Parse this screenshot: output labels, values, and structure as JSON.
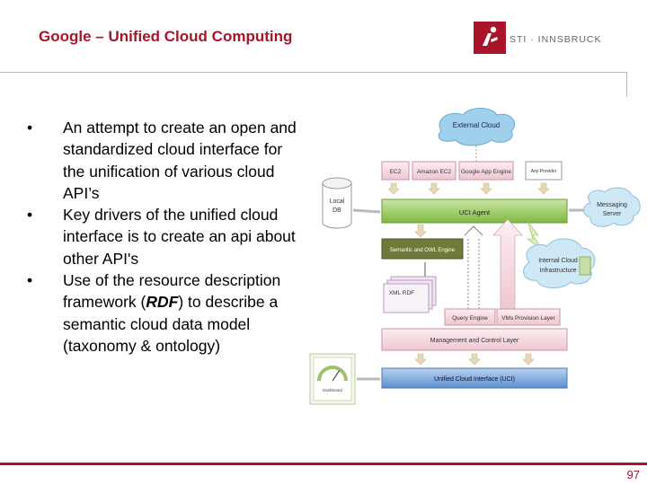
{
  "slide": {
    "title": "Google – Unified Cloud Computing",
    "logo_text": "STI · INNSBRUCK",
    "page_number": "97"
  },
  "bullets": [
    {
      "text": "An attempt to create an open and standardized cloud interface for the unification of various cloud API’s"
    },
    {
      "text": "Key drivers of the unified cloud interface is to create an api about other API's"
    },
    {
      "pre": "Use of the resource description framework (",
      "em": "RDF",
      "post": ") to describe a semantic cloud data model (taxonomy & ontology)"
    }
  ],
  "diagram": {
    "external_cloud": "External Cloud",
    "providers": [
      "EC2",
      "Amazon EC2",
      "Google App Engine",
      "Any Provider"
    ],
    "local_db": [
      "Local",
      "DB"
    ],
    "uci_agent": "UCI Agent",
    "messaging_server": [
      "Messaging",
      "Server"
    ],
    "semantic_engine": "Semantic and OWL Engine",
    "internal_cloud": [
      "Internal Cloud",
      "Infrastructure"
    ],
    "xml_rdf": "XML RDF",
    "query_engine": "Query Engine",
    "vm_provision": "VMs Provision Layer",
    "management_layer": "Management and Control Layer",
    "uci_interface": "Unified Cloud Interface (UCI)",
    "dashboard_label": "Dashboard"
  },
  "colors": {
    "accent": "#a8142a",
    "green_bar": "#8cc152",
    "blue_bar": "#6f9fd8",
    "pink_box": "#f3d1d8"
  }
}
